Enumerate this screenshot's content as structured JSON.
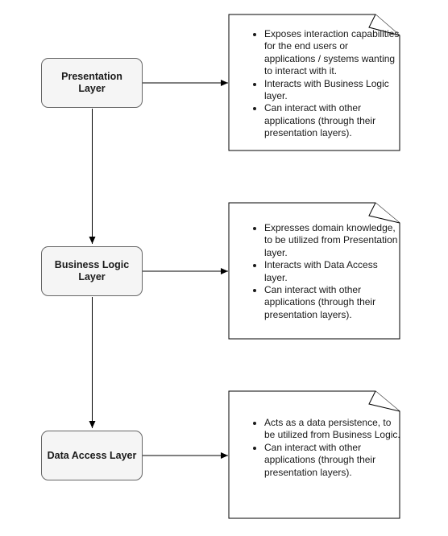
{
  "layers": [
    {
      "label": "Presentation Layer",
      "notes": [
        "Exposes interaction capabilities for the end users or applications / systems wanting to interact with it.",
        "Interacts with Business Logic layer.",
        "Can interact with other applications (through their presentation layers)."
      ]
    },
    {
      "label": "Business Logic Layer",
      "notes": [
        "Expresses domain knowledge, to be utilized from Presentation layer.",
        "Interacts with Data Access layer.",
        "Can interact with other applications (through their presentation layers)."
      ]
    },
    {
      "label": "Data Access Layer",
      "notes": [
        "Acts as a data persistence, to be utilized from Business Logic.",
        "Can interact with other applications (through their presentation layers)."
      ]
    }
  ],
  "colors": {
    "box_fill": "#f5f5f5",
    "box_stroke": "#666666",
    "line": "#000000",
    "note_fill": "#ffffff",
    "text": "#1a1a1a"
  }
}
